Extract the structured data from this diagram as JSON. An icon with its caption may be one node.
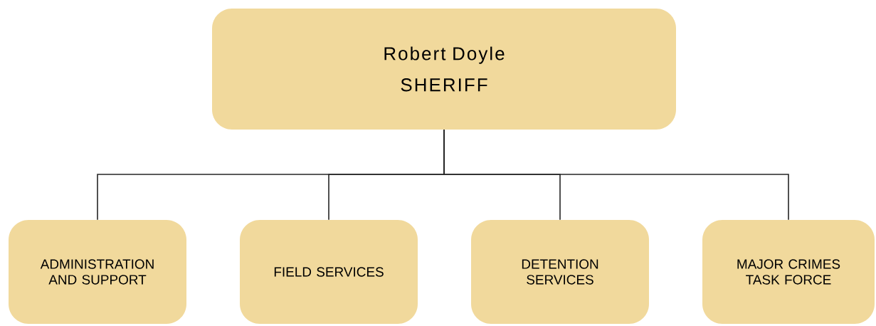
{
  "diagram": {
    "nodes": [
      {
        "text": [
          "Robert Doyle",
          "SHERIFF"
        ]
      },
      {
        "text": [
          "ADMINISTRATION AND SUPPORT"
        ]
      },
      {
        "text": [
          "FIELD SERVICES"
        ]
      },
      {
        "text": [
          "DETENTION SERVICES"
        ]
      },
      {
        "text": [
          "MAJOR CRIMES TASK FORCE"
        ]
      }
    ],
    "edges": [
      {
        "from": 0,
        "to": 1,
        "arrow": "none"
      },
      {
        "from": 0,
        "to": 2,
        "arrow": "none"
      },
      {
        "from": 0,
        "to": 3,
        "arrow": "none"
      },
      {
        "from": 0,
        "to": 4,
        "arrow": "none"
      }
    ]
  }
}
